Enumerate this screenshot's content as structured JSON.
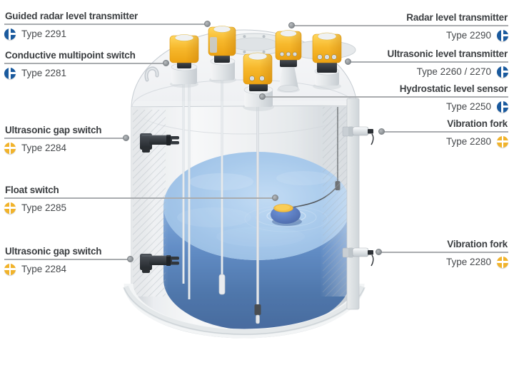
{
  "figure": {
    "subject": "Process tank with level measurement instrumentation",
    "brand_colors": {
      "blue": "#1a5a9e",
      "yellow": "#f1b32b"
    }
  },
  "labels": {
    "left": [
      {
        "title": "Guided radar level transmitter",
        "type": "Type 2291",
        "icon": "blue"
      },
      {
        "title": "Conductive multipoint switch",
        "type": "Type 2281",
        "icon": "blue"
      },
      {
        "title": "Ultrasonic gap switch",
        "type": "Type 2284",
        "icon": "yellow"
      },
      {
        "title": "Float switch",
        "type": "Type 2285",
        "icon": "yellow"
      },
      {
        "title": "Ultrasonic gap switch",
        "type": "Type 2284",
        "icon": "yellow"
      }
    ],
    "right": [
      {
        "title": "Radar level transmitter",
        "type": "Type 2290",
        "icon": "blue"
      },
      {
        "title": "Ultrasonic level transmitter",
        "type": "Type 2260 / 2270",
        "icon": "blue"
      },
      {
        "title": "Hydrostatic level sensor",
        "type": "Type 2250",
        "icon": "blue"
      },
      {
        "title": "Vibration fork",
        "type": "Type 2280",
        "icon": "yellow"
      },
      {
        "title": "Vibration fork",
        "type": "Type 2280",
        "icon": "yellow"
      }
    ]
  }
}
